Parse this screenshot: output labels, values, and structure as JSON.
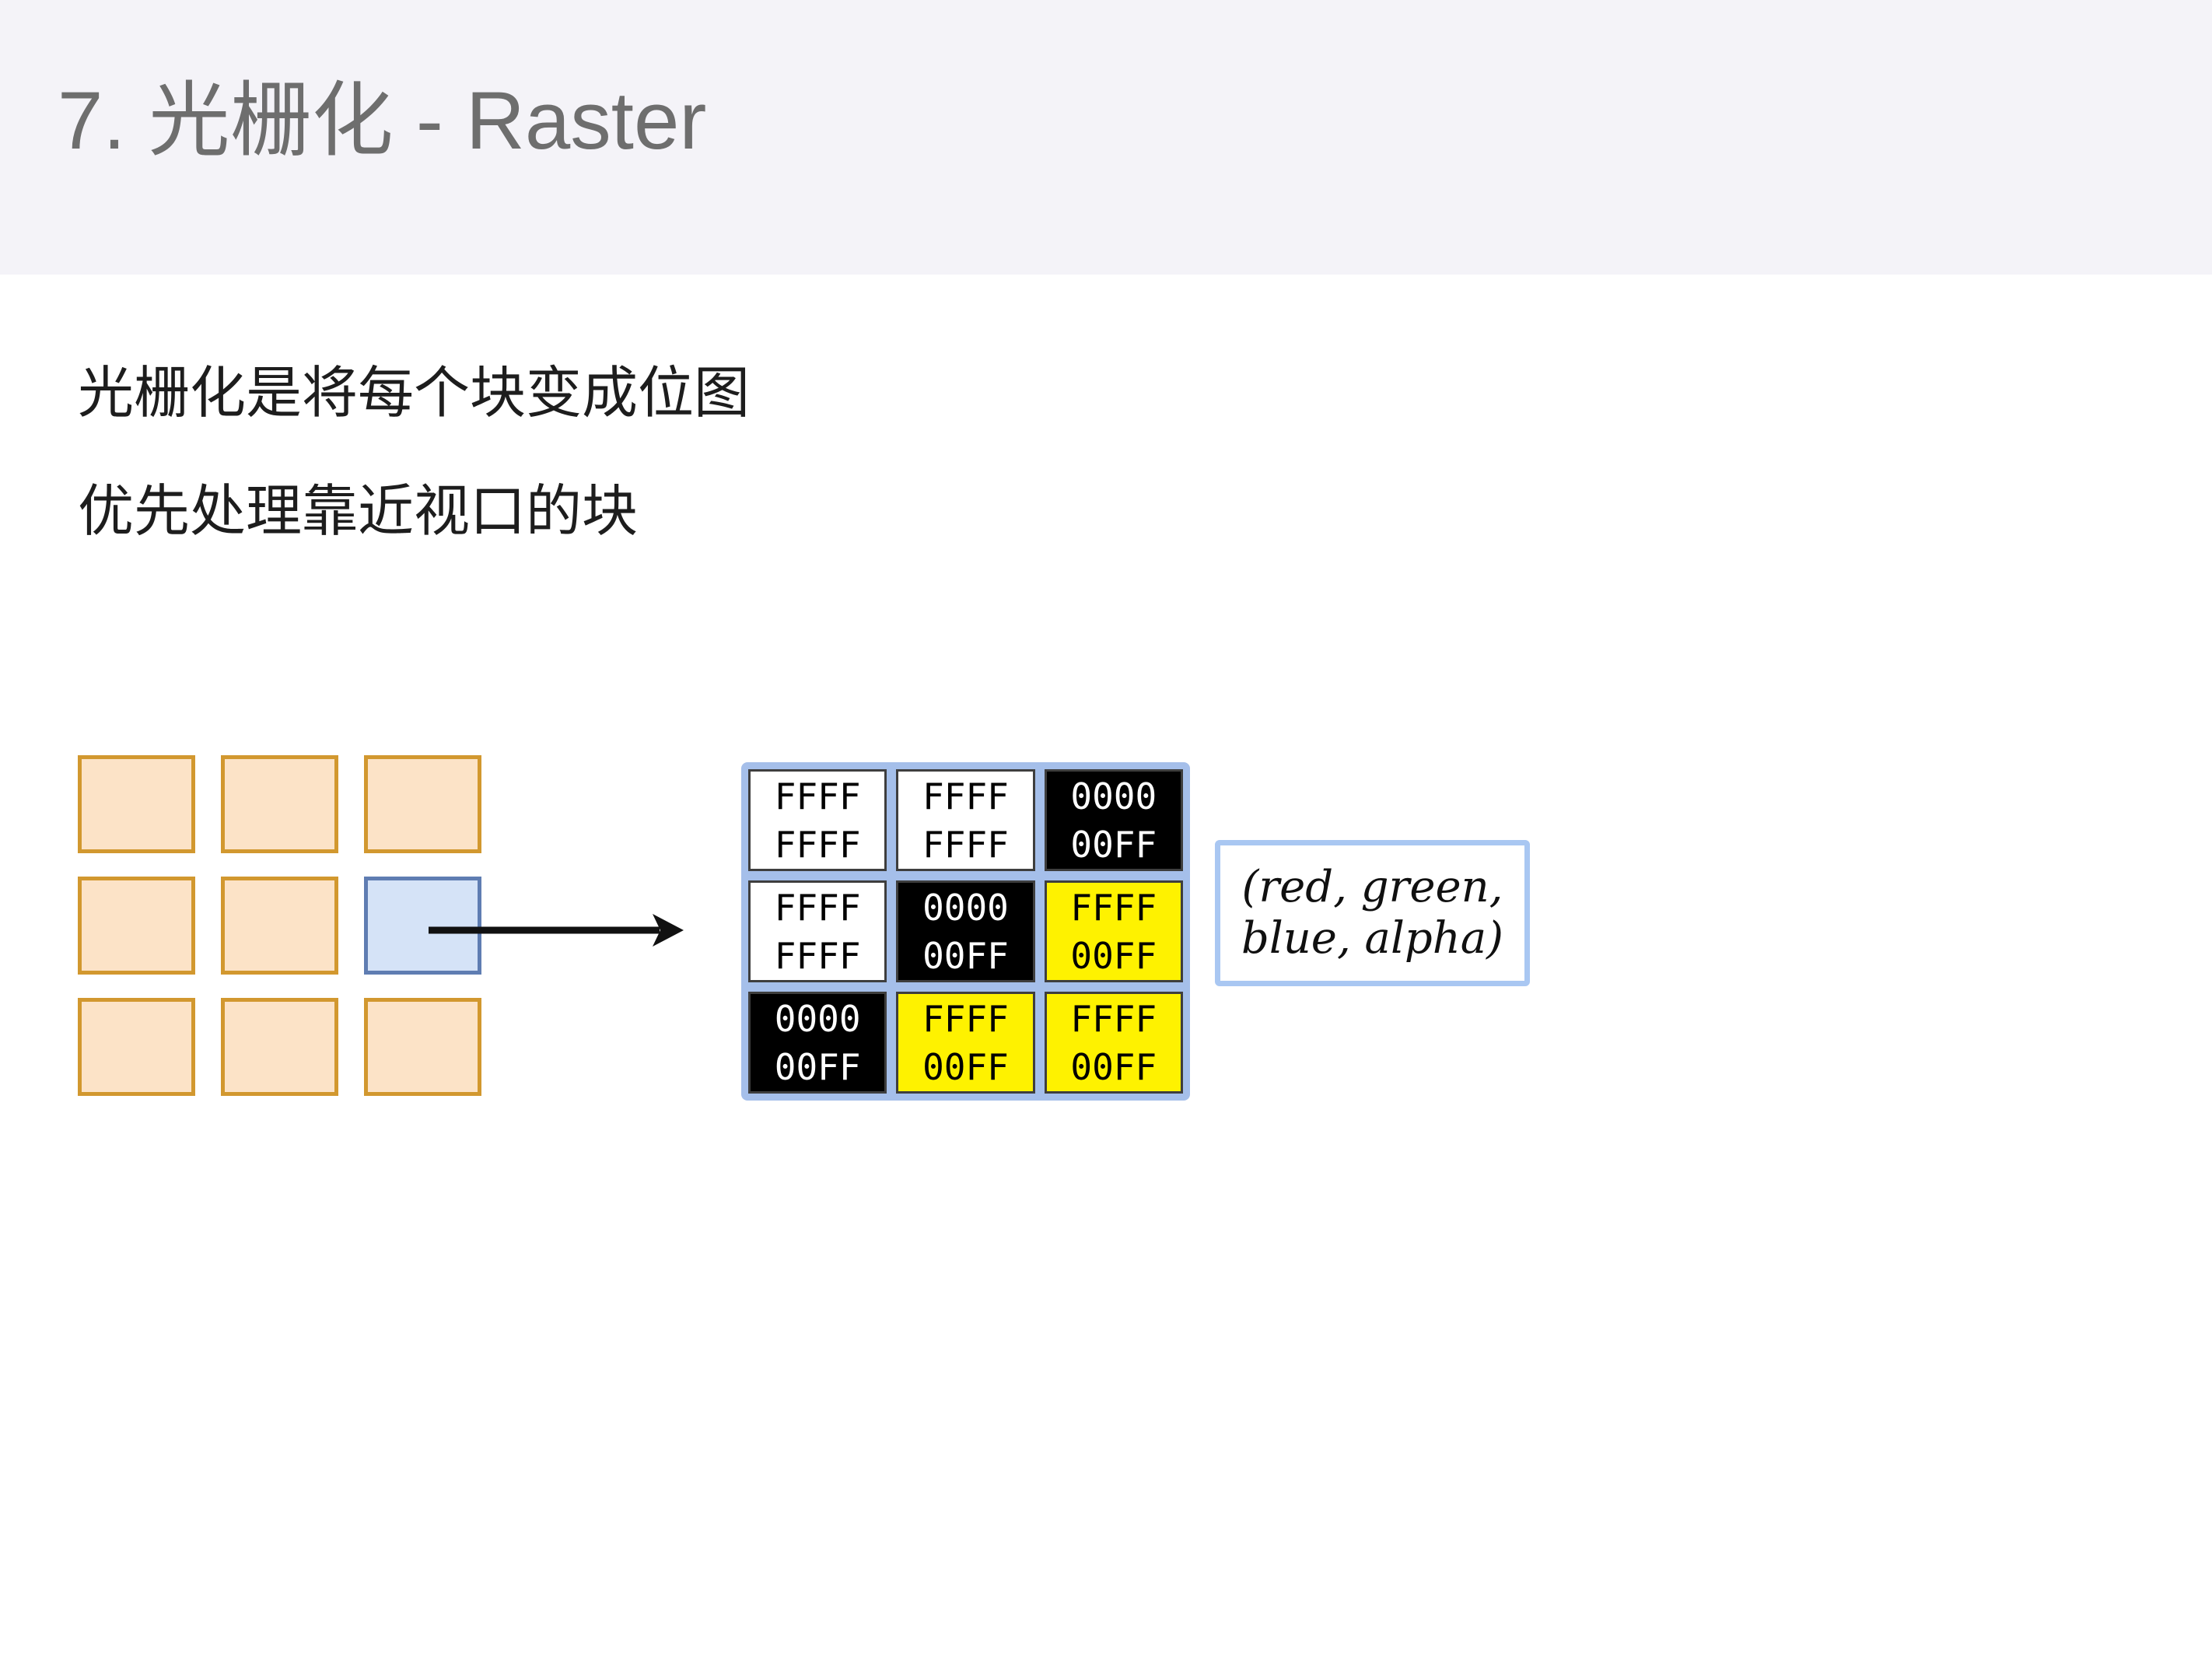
{
  "header": {
    "title": "7. 光栅化 - Raster",
    "background": "#F4F3F8",
    "text_color": "#6E6E6E"
  },
  "body": {
    "line1": "光栅化是将每个块变成位图",
    "line2": "优先处理靠近视口的块",
    "text_color": "#1D1D1D"
  },
  "diagram": {
    "tile_grid": {
      "rows": 3,
      "cols": 3,
      "tiles": [
        {
          "state": "normal",
          "fill": "#FCE3C7",
          "border": "#D2982F"
        },
        {
          "state": "normal",
          "fill": "#FCE3C7",
          "border": "#D2982F"
        },
        {
          "state": "normal",
          "fill": "#FCE3C7",
          "border": "#D2982F"
        },
        {
          "state": "normal",
          "fill": "#FCE3C7",
          "border": "#D2982F"
        },
        {
          "state": "normal",
          "fill": "#FCE3C7",
          "border": "#D2982F"
        },
        {
          "state": "highlighted",
          "fill": "#D5E3F7",
          "border": "#5F7DB2"
        },
        {
          "state": "normal",
          "fill": "#FCE3C7",
          "border": "#D2982F"
        },
        {
          "state": "normal",
          "fill": "#FCE3C7",
          "border": "#D2982F"
        },
        {
          "state": "normal",
          "fill": "#FCE3C7",
          "border": "#D2982F"
        }
      ]
    },
    "arrow": {
      "color": "#111111",
      "direction": "right"
    },
    "bitmap_grid": {
      "frame_color": "#A5BFEA",
      "cell_border_color": "#3E3E3E",
      "cells": [
        {
          "line1": "FFFF",
          "line2": "FFFF",
          "bg": "#FFFFFF",
          "fg": "#000000"
        },
        {
          "line1": "FFFF",
          "line2": "FFFF",
          "bg": "#FFFFFF",
          "fg": "#000000"
        },
        {
          "line1": "0000",
          "line2": "00FF",
          "bg": "#000000",
          "fg": "#FFFFFF"
        },
        {
          "line1": "FFFF",
          "line2": "FFFF",
          "bg": "#FFFFFF",
          "fg": "#000000"
        },
        {
          "line1": "0000",
          "line2": "00FF",
          "bg": "#000000",
          "fg": "#FFFFFF"
        },
        {
          "line1": "FFFF",
          "line2": "00FF",
          "bg": "#FEF200",
          "fg": "#000000"
        },
        {
          "line1": "0000",
          "line2": "00FF",
          "bg": "#000000",
          "fg": "#FFFFFF"
        },
        {
          "line1": "FFFF",
          "line2": "00FF",
          "bg": "#FEF200",
          "fg": "#000000"
        },
        {
          "line1": "FFFF",
          "line2": "00FF",
          "bg": "#FEF200",
          "fg": "#000000"
        }
      ]
    },
    "label": {
      "line1": "(red, green,",
      "line2": "blue, alpha)",
      "border_color": "#A9C7F2"
    }
  }
}
